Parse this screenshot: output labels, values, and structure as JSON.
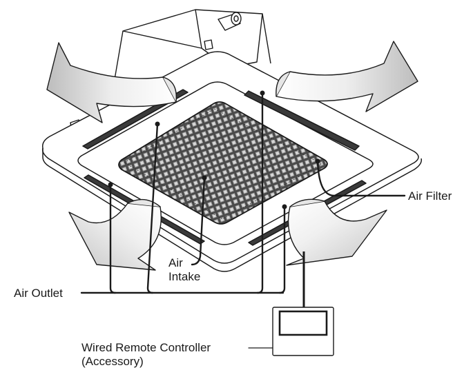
{
  "diagram": {
    "labels": {
      "air_outlet": "Air Outlet",
      "air_intake_line1": "Air",
      "air_intake_line2": "Intake",
      "air_filter": "Air Filter",
      "remote_line1": "Wired Remote Controller",
      "remote_line2": "(Accessory)"
    },
    "colors": {
      "stroke": "#1a1a1a",
      "arrow_light": "#f2f2f2",
      "arrow_dark": "#bdbdbd",
      "grille": "#3a3a3a",
      "panel": "#ffffff"
    }
  }
}
